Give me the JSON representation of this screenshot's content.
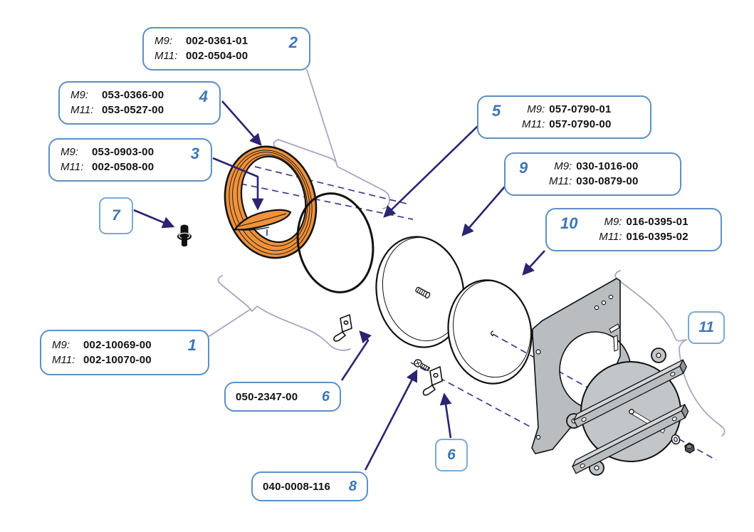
{
  "callouts": {
    "c2": {
      "number": "2",
      "rows": [
        {
          "label": "M9:",
          "value": "002-0361-01"
        },
        {
          "label": "M11:",
          "value": "002-0504-00"
        }
      ]
    },
    "c4": {
      "number": "4",
      "rows": [
        {
          "label": "M9:",
          "value": "053-0366-00"
        },
        {
          "label": "M11:",
          "value": "053-0527-00"
        }
      ]
    },
    "c3": {
      "number": "3",
      "rows": [
        {
          "label": "M9:",
          "value": "053-0903-00"
        },
        {
          "label": "M11:",
          "value": "002-0508-00"
        }
      ]
    },
    "c7": {
      "number": "7"
    },
    "c5": {
      "number": "5",
      "rows": [
        {
          "label": "M9:",
          "value": "057-0790-01"
        },
        {
          "label": "M11:",
          "value": "057-0790-00"
        }
      ]
    },
    "c9": {
      "number": "9",
      "rows": [
        {
          "label": "M9:",
          "value": "030-1016-00"
        },
        {
          "label": "M11:",
          "value": "030-0879-00"
        }
      ]
    },
    "c10": {
      "number": "10",
      "rows": [
        {
          "label": "M9:",
          "value": "016-0395-01"
        },
        {
          "label": "M11:",
          "value": "016-0395-02"
        }
      ]
    },
    "c1": {
      "number": "1",
      "rows": [
        {
          "label": "M9:",
          "value": "002-10069-00"
        },
        {
          "label": "M11:",
          "value": "002-10070-00"
        }
      ]
    },
    "c6a": {
      "number": "6",
      "value": "050-2347-00"
    },
    "c8": {
      "number": "8",
      "value": "040-0008-116"
    },
    "c6b": {
      "number": "6"
    },
    "c11": {
      "number": "11"
    }
  },
  "colors": {
    "callout_number_blue": "#3d76b4",
    "box_border_blue": "#5e90c2",
    "small_box_border_blue": "#7aabd3",
    "arrow_navy": "#2b2470",
    "centerline_indigo": "#403b8c",
    "brace_gray": "#a9a5c3",
    "gasket_orange": "#f0923c",
    "metal_gray": "#b9bdc0"
  }
}
